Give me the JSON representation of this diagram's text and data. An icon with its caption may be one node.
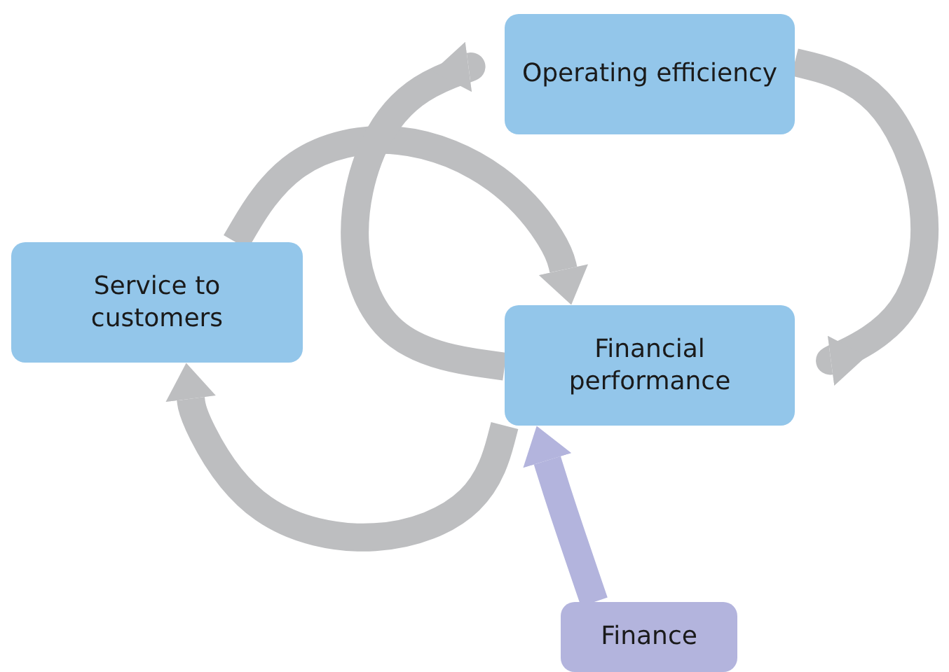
{
  "diagram": {
    "nodes": [
      {
        "text": [
          "Operating efficiency"
        ]
      },
      {
        "text": [
          "Service to customers"
        ]
      },
      {
        "text": [
          "Financial performance"
        ]
      },
      {
        "text": [
          "Finance"
        ]
      }
    ],
    "edges": [
      {
        "from": 1,
        "to": 2,
        "arrow": "to"
      },
      {
        "from": 2,
        "to": 0,
        "arrow": "to"
      },
      {
        "from": 0,
        "to": 2,
        "arrow": "to"
      },
      {
        "from": 2,
        "to": 1,
        "arrow": "to"
      },
      {
        "from": 3,
        "to": 2,
        "arrow": "to",
        "color": "#b3b4dd"
      }
    ]
  }
}
